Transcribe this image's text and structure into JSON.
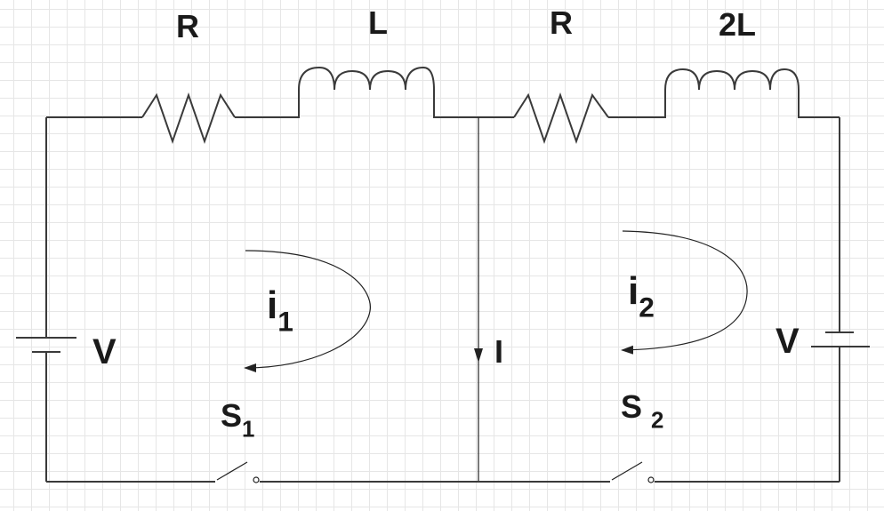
{
  "labels": {
    "r1": "R",
    "l1": "L",
    "r2": "R",
    "l2": "2L",
    "v1": "V",
    "v2": "V",
    "i1_main": "i",
    "i1_sub": "1",
    "i2_main": "i",
    "i2_sub": "2",
    "s1_main": "S",
    "s1_sub": "1",
    "s2_main": "S",
    "s2_sub": "2",
    "current": "I"
  },
  "colors": {
    "wire": "#3a3a3a",
    "grid": "#e6e6e6",
    "text": "#1a1a1a"
  }
}
